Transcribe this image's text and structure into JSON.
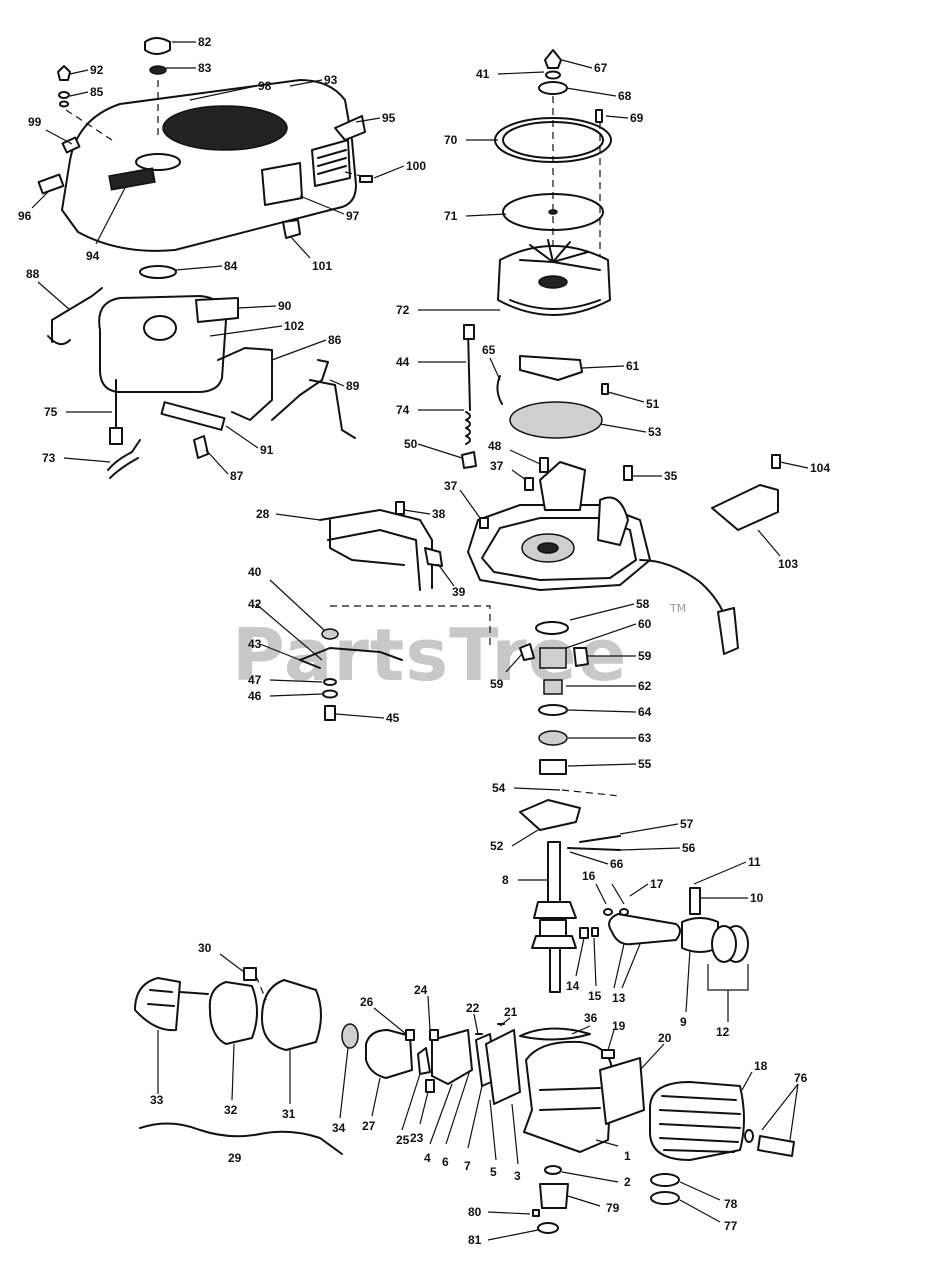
{
  "watermark": {
    "text": "PartsTree",
    "trademark": "TM"
  },
  "callouts": [
    {
      "id": "82",
      "label": "82"
    },
    {
      "id": "83",
      "label": "83"
    },
    {
      "id": "92",
      "label": "92"
    },
    {
      "id": "85",
      "label": "85"
    },
    {
      "id": "98",
      "label": "98"
    },
    {
      "id": "93",
      "label": "93"
    },
    {
      "id": "99",
      "label": "99"
    },
    {
      "id": "95",
      "label": "95"
    },
    {
      "id": "100",
      "label": "100"
    },
    {
      "id": "96",
      "label": "96"
    },
    {
      "id": "97",
      "label": "97"
    },
    {
      "id": "94",
      "label": "94"
    },
    {
      "id": "101",
      "label": "101"
    },
    {
      "id": "84",
      "label": "84"
    },
    {
      "id": "88",
      "label": "88"
    },
    {
      "id": "90",
      "label": "90"
    },
    {
      "id": "102",
      "label": "102"
    },
    {
      "id": "86",
      "label": "86"
    },
    {
      "id": "89",
      "label": "89"
    },
    {
      "id": "75",
      "label": "75"
    },
    {
      "id": "91",
      "label": "91"
    },
    {
      "id": "73",
      "label": "73"
    },
    {
      "id": "87",
      "label": "87"
    },
    {
      "id": "41",
      "label": "41"
    },
    {
      "id": "67",
      "label": "67"
    },
    {
      "id": "68",
      "label": "68"
    },
    {
      "id": "69",
      "label": "69"
    },
    {
      "id": "70",
      "label": "70"
    },
    {
      "id": "71",
      "label": "71"
    },
    {
      "id": "72",
      "label": "72"
    },
    {
      "id": "44",
      "label": "44"
    },
    {
      "id": "65",
      "label": "65"
    },
    {
      "id": "61",
      "label": "61"
    },
    {
      "id": "51",
      "label": "51"
    },
    {
      "id": "74",
      "label": "74"
    },
    {
      "id": "53",
      "label": "53"
    },
    {
      "id": "50",
      "label": "50"
    },
    {
      "id": "48",
      "label": "48"
    },
    {
      "id": "37a",
      "label": "37"
    },
    {
      "id": "35",
      "label": "35"
    },
    {
      "id": "104",
      "label": "104"
    },
    {
      "id": "37b",
      "label": "37"
    },
    {
      "id": "28",
      "label": "28"
    },
    {
      "id": "38",
      "label": "38"
    },
    {
      "id": "103",
      "label": "103"
    },
    {
      "id": "39",
      "label": "39"
    },
    {
      "id": "40",
      "label": "40"
    },
    {
      "id": "42",
      "label": "42"
    },
    {
      "id": "43",
      "label": "43"
    },
    {
      "id": "58",
      "label": "58"
    },
    {
      "id": "60",
      "label": "60"
    },
    {
      "id": "59a",
      "label": "59"
    },
    {
      "id": "59b",
      "label": "59"
    },
    {
      "id": "47",
      "label": "47"
    },
    {
      "id": "62",
      "label": "62"
    },
    {
      "id": "46",
      "label": "46"
    },
    {
      "id": "45",
      "label": "45"
    },
    {
      "id": "64",
      "label": "64"
    },
    {
      "id": "63",
      "label": "63"
    },
    {
      "id": "55",
      "label": "55"
    },
    {
      "id": "54",
      "label": "54"
    },
    {
      "id": "57",
      "label": "57"
    },
    {
      "id": "52",
      "label": "52"
    },
    {
      "id": "56",
      "label": "56"
    },
    {
      "id": "66",
      "label": "66"
    },
    {
      "id": "11",
      "label": "11"
    },
    {
      "id": "8",
      "label": "8"
    },
    {
      "id": "16",
      "label": "16"
    },
    {
      "id": "17",
      "label": "17"
    },
    {
      "id": "10",
      "label": "10"
    },
    {
      "id": "30",
      "label": "30"
    },
    {
      "id": "14",
      "label": "14"
    },
    {
      "id": "15",
      "label": "15"
    },
    {
      "id": "13",
      "label": "13"
    },
    {
      "id": "9",
      "label": "9"
    },
    {
      "id": "12",
      "label": "12"
    },
    {
      "id": "24",
      "label": "24"
    },
    {
      "id": "22",
      "label": "22"
    },
    {
      "id": "21",
      "label": "21"
    },
    {
      "id": "36",
      "label": "36"
    },
    {
      "id": "19",
      "label": "19"
    },
    {
      "id": "26",
      "label": "26"
    },
    {
      "id": "20",
      "label": "20"
    },
    {
      "id": "18",
      "label": "18"
    },
    {
      "id": "76",
      "label": "76"
    },
    {
      "id": "33",
      "label": "33"
    },
    {
      "id": "32",
      "label": "32"
    },
    {
      "id": "31",
      "label": "31"
    },
    {
      "id": "34",
      "label": "34"
    },
    {
      "id": "27",
      "label": "27"
    },
    {
      "id": "25",
      "label": "25"
    },
    {
      "id": "23",
      "label": "23"
    },
    {
      "id": "4",
      "label": "4"
    },
    {
      "id": "6",
      "label": "6"
    },
    {
      "id": "7",
      "label": "7"
    },
    {
      "id": "5",
      "label": "5"
    },
    {
      "id": "3",
      "label": "3"
    },
    {
      "id": "1",
      "label": "1"
    },
    {
      "id": "29",
      "label": "29"
    },
    {
      "id": "2",
      "label": "2"
    },
    {
      "id": "79",
      "label": "79"
    },
    {
      "id": "78",
      "label": "78"
    },
    {
      "id": "77",
      "label": "77"
    },
    {
      "id": "80",
      "label": "80"
    },
    {
      "id": "81",
      "label": "81"
    }
  ]
}
